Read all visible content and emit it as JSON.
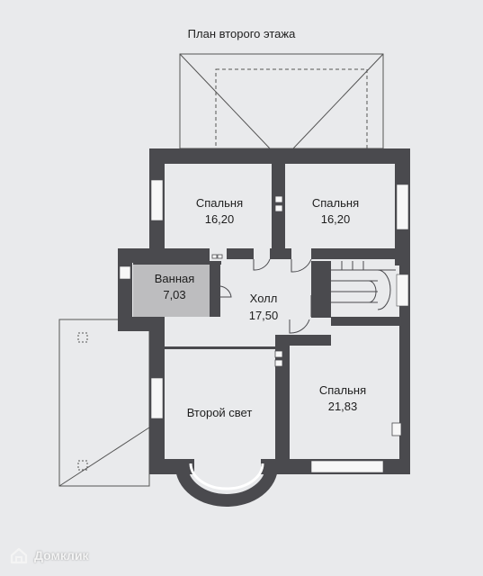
{
  "title": "План второго этажа",
  "rooms": [
    {
      "id": "bedroom-1",
      "name": "Спальня",
      "area": "16,20"
    },
    {
      "id": "bedroom-2",
      "name": "Спальня",
      "area": "16,20"
    },
    {
      "id": "bathroom",
      "name": "Ванная",
      "area": "7,03"
    },
    {
      "id": "hall",
      "name": "Холл",
      "area": "17,50"
    },
    {
      "id": "second-light",
      "name": "Второй свет",
      "area": ""
    },
    {
      "id": "bedroom-3",
      "name": "Спальня",
      "area": "21,83"
    }
  ],
  "watermark": {
    "text": "Домклик",
    "icon": "house-logo-icon"
  },
  "colors": {
    "wall": "#4a4a4e",
    "background": "#e9eaec",
    "bathroom_fill": "#bdbdbf",
    "line": "#555555"
  }
}
